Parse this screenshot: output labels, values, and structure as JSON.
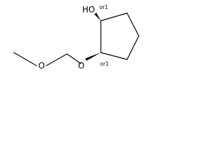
{
  "molecule": {
    "hydroxyl_label": "HO",
    "stereo_label_c1": "or1",
    "ether_oxygen_left": "O",
    "ether_oxygen_ring": "O",
    "stereo_label_c2": "or1"
  },
  "colors": {
    "bond": "#000000",
    "background": "#ffffff"
  }
}
